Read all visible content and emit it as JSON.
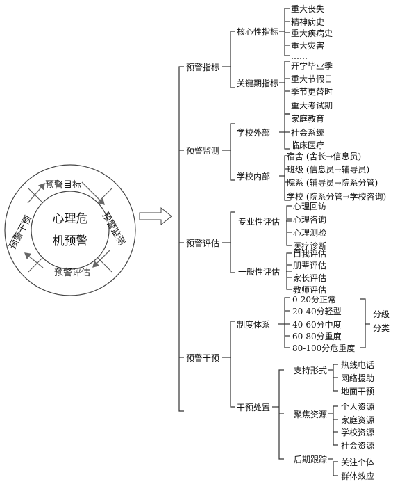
{
  "cycle": {
    "center_line1": "心理危",
    "center_line2": "机预警",
    "stage_top": "预警目标",
    "stage_right": "预警监测",
    "stage_bottom": "预警评估",
    "stage_left": "预警干预"
  },
  "tree": {
    "l1": [
      {
        "label": "预警指标",
        "children": [
          {
            "label": "核心性指标",
            "items": [
              "重大丧失",
              "精神病史",
              "重大疾病史",
              "重大灾害",
              "……"
            ]
          },
          {
            "label": "关键期指标",
            "items": [
              "开学毕业季",
              "重大节假日",
              "季节更替时",
              "重大考试期"
            ]
          }
        ]
      },
      {
        "label": "预警监测",
        "children": [
          {
            "label": "学校外部",
            "items": [
              "家庭教育",
              "社会系统",
              "临床医疗"
            ]
          },
          {
            "label": "学校内部",
            "items": [
              "宿舍 (舍长→信息员)",
              "班级 (信息员→辅导员)",
              "院系 (辅导员→院系分管)",
              "学校 (院系分管→学校咨询)"
            ]
          }
        ]
      },
      {
        "label": "预警评估",
        "children": [
          {
            "label": "专业性评估",
            "items": [
              "心理回访",
              "心理咨询",
              "心理测验",
              "医疗诊断"
            ]
          },
          {
            "label": "一般性评估",
            "items": [
              "自我评估",
              "朋辈评估",
              "家长评估",
              "教师评估"
            ]
          }
        ]
      },
      {
        "label": "预警干预",
        "children": [
          {
            "label": "制度体系",
            "items": [
              "0-20分正常",
              "20-40分轻型",
              "40-60分中度",
              "60-80分重度",
              "80-100分危重度"
            ],
            "note": [
              "分级",
              "分类"
            ]
          },
          {
            "label": "干预处置",
            "children": [
              {
                "label": "支持形式",
                "items": [
                  "热线电话",
                  "网络援助",
                  "地面干预"
                ]
              },
              {
                "label": "聚焦资源",
                "items": [
                  "个人资源",
                  "家庭资源",
                  "学校资源",
                  "社会资源"
                ]
              },
              {
                "label": "后期跟踪",
                "items": [
                  "关注个体",
                  "群体效应"
                ]
              }
            ]
          }
        ]
      }
    ]
  }
}
